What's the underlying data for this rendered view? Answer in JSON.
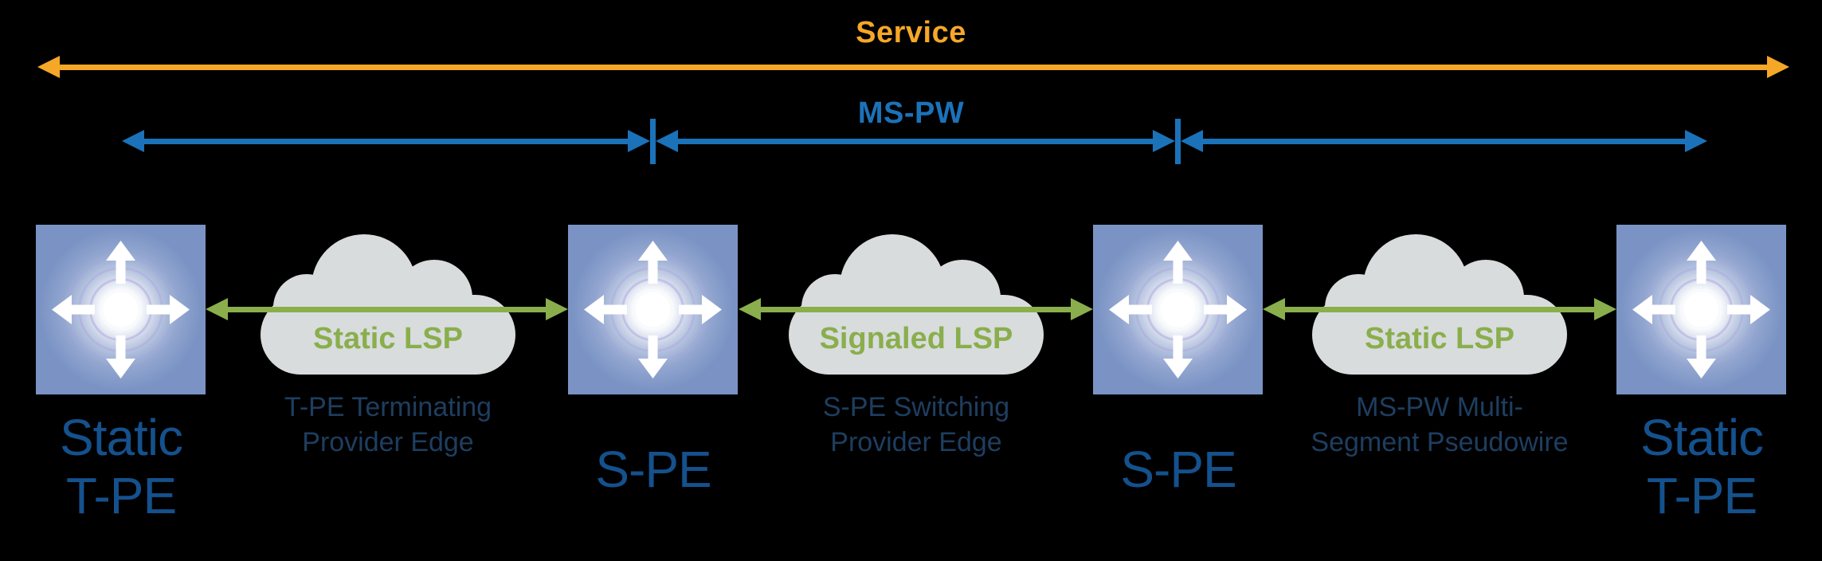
{
  "header": {
    "service_label": "Service",
    "mspw_label": "MS-PW"
  },
  "clouds": [
    {
      "label": "Static LSP",
      "desc_line1": "T-PE Terminating",
      "desc_line2": "Provider Edge"
    },
    {
      "label": "Signaled LSP",
      "desc_line1": "S-PE Switching",
      "desc_line2": "Provider Edge"
    },
    {
      "label": "Static LSP",
      "desc_line1": "MS-PW Multi-",
      "desc_line2": "Segment Pseudowire"
    }
  ],
  "nodes": [
    {
      "line1": "Static",
      "line2": "T-PE"
    },
    {
      "line1": "S-PE"
    },
    {
      "line1": "S-PE"
    },
    {
      "line1": "Static",
      "line2": "T-PE"
    }
  ],
  "icons": {
    "router": "router-cross-arrows-icon",
    "cloud": "network-cloud-icon",
    "service_span": "orange-double-arrow",
    "mspw_span": "blue-segmented-double-arrow",
    "lsp_link": "green-double-arrow"
  },
  "colors": {
    "background": "#000000",
    "service_orange": "#F5A728",
    "mspw_blue": "#1B72B9",
    "lsp_green": "#8AAE4C",
    "cloud_gray": "#D8DCDD",
    "router_blue": "#7A93C4",
    "node_label_blue": "#14518D",
    "description_navy": "#1E3E60"
  }
}
